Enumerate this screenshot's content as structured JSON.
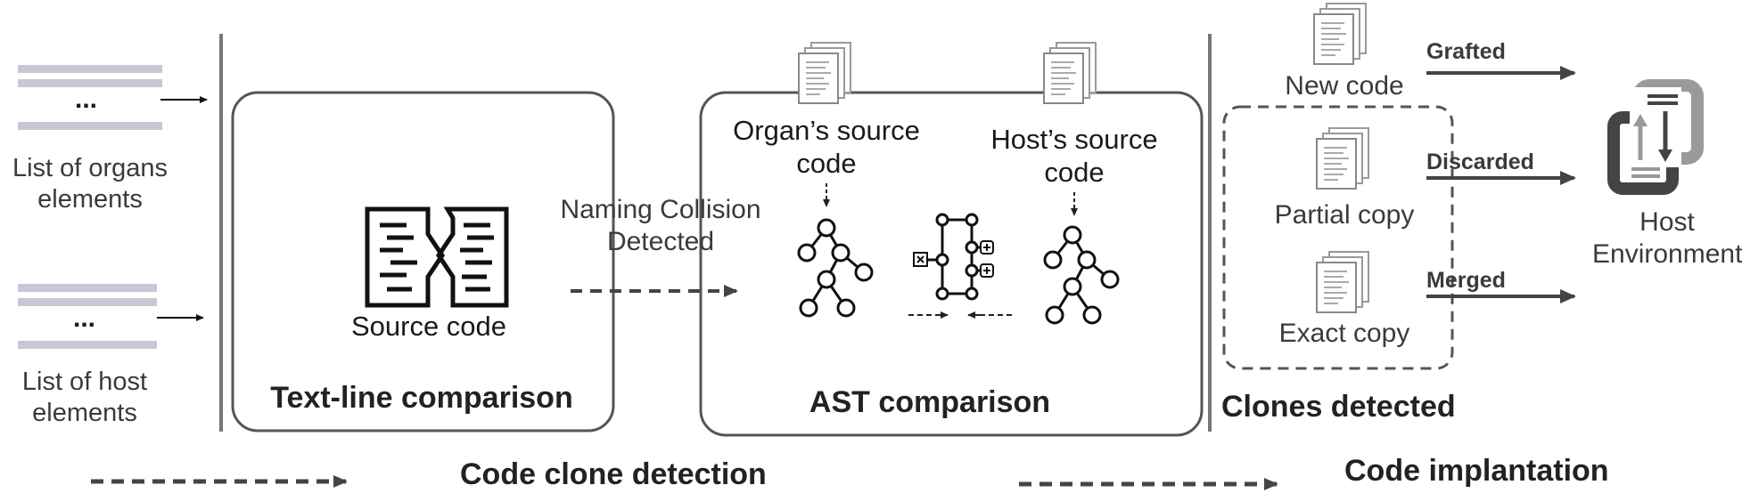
{
  "input": {
    "organs_label_line1": "List of organs",
    "organs_label_line2": "elements",
    "host_label_line1": "List of host",
    "host_label_line2": "elements",
    "ellipsis": "..."
  },
  "textline": {
    "source_code_label": "Source code",
    "title": "Text-line comparison"
  },
  "collision": {
    "line1": "Naming Collision",
    "line2": "Detected"
  },
  "ast": {
    "organ_source_line1": "Organ’s source",
    "organ_source_line2": "code",
    "host_source_line1": "Host’s source",
    "host_source_line2": "code",
    "title": "AST comparison"
  },
  "clones": {
    "new_code": "New code",
    "partial_copy": "Partial copy",
    "exact_copy": "Exact copy",
    "title": "Clones detected"
  },
  "actions": {
    "grafted": "Grafted",
    "discarded": "Discarded",
    "merged": "Merged"
  },
  "host_env": {
    "line1": "Host",
    "line2": "Environment"
  },
  "legend": {
    "detection": "Code clone detection",
    "implantation": "Code implantation"
  }
}
